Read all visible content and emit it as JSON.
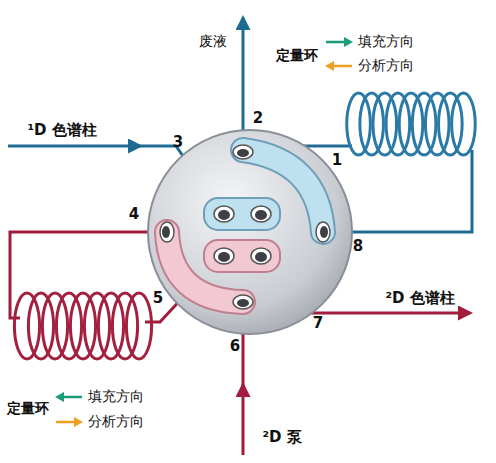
{
  "diagram": {
    "labels": [
      "废液",
      "¹D 色谱柱",
      "²D 色谱柱",
      "²D 泵",
      "1",
      "2",
      "3",
      "4",
      "5",
      "6",
      "7",
      "8",
      "定量环",
      "定量环"
    ],
    "legend": [
      {
        "text": "填充方向"
      },
      {
        "text": "分析方向"
      },
      {
        "text": "填充方向"
      },
      {
        "text": "分析方向"
      }
    ]
  }
}
